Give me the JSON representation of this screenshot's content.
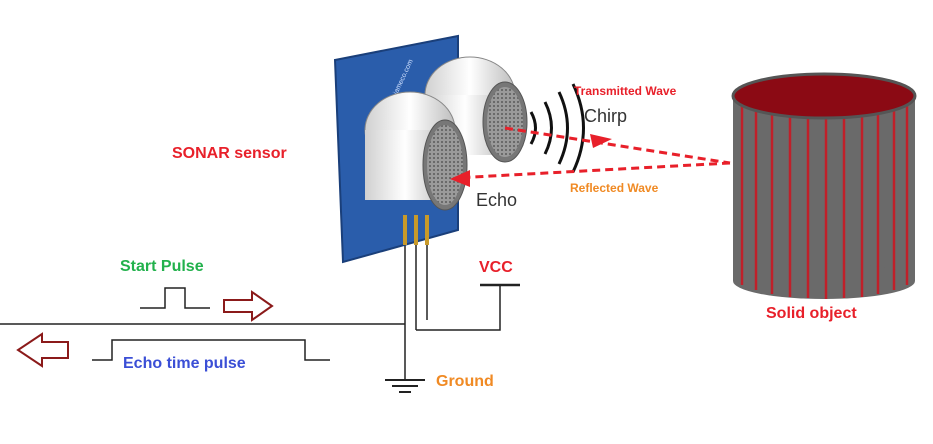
{
  "labels": {
    "sonar_sensor": "SONAR sensor",
    "transmitted_wave": "Transmitted Wave",
    "chirp": "Chirp",
    "echo": "Echo",
    "reflected_wave": "Reflected Wave",
    "solid_object": "Solid object",
    "start_pulse": "Start Pulse",
    "vcc": "VCC",
    "echo_time_pulse": "Echo time pulse",
    "ground": "Ground"
  },
  "colors": {
    "red_label": "#e8202a",
    "green_label": "#22b14c",
    "blue_label": "#3b4fd6",
    "orange_label": "#f08a24",
    "wave_dashes": "#e8202a",
    "board_blue": "#2a5dab",
    "cylinder_gray": "#6a6a6a",
    "cylinder_red_lines": "#c0202a",
    "arrow_outline": "#8b1a1a"
  }
}
